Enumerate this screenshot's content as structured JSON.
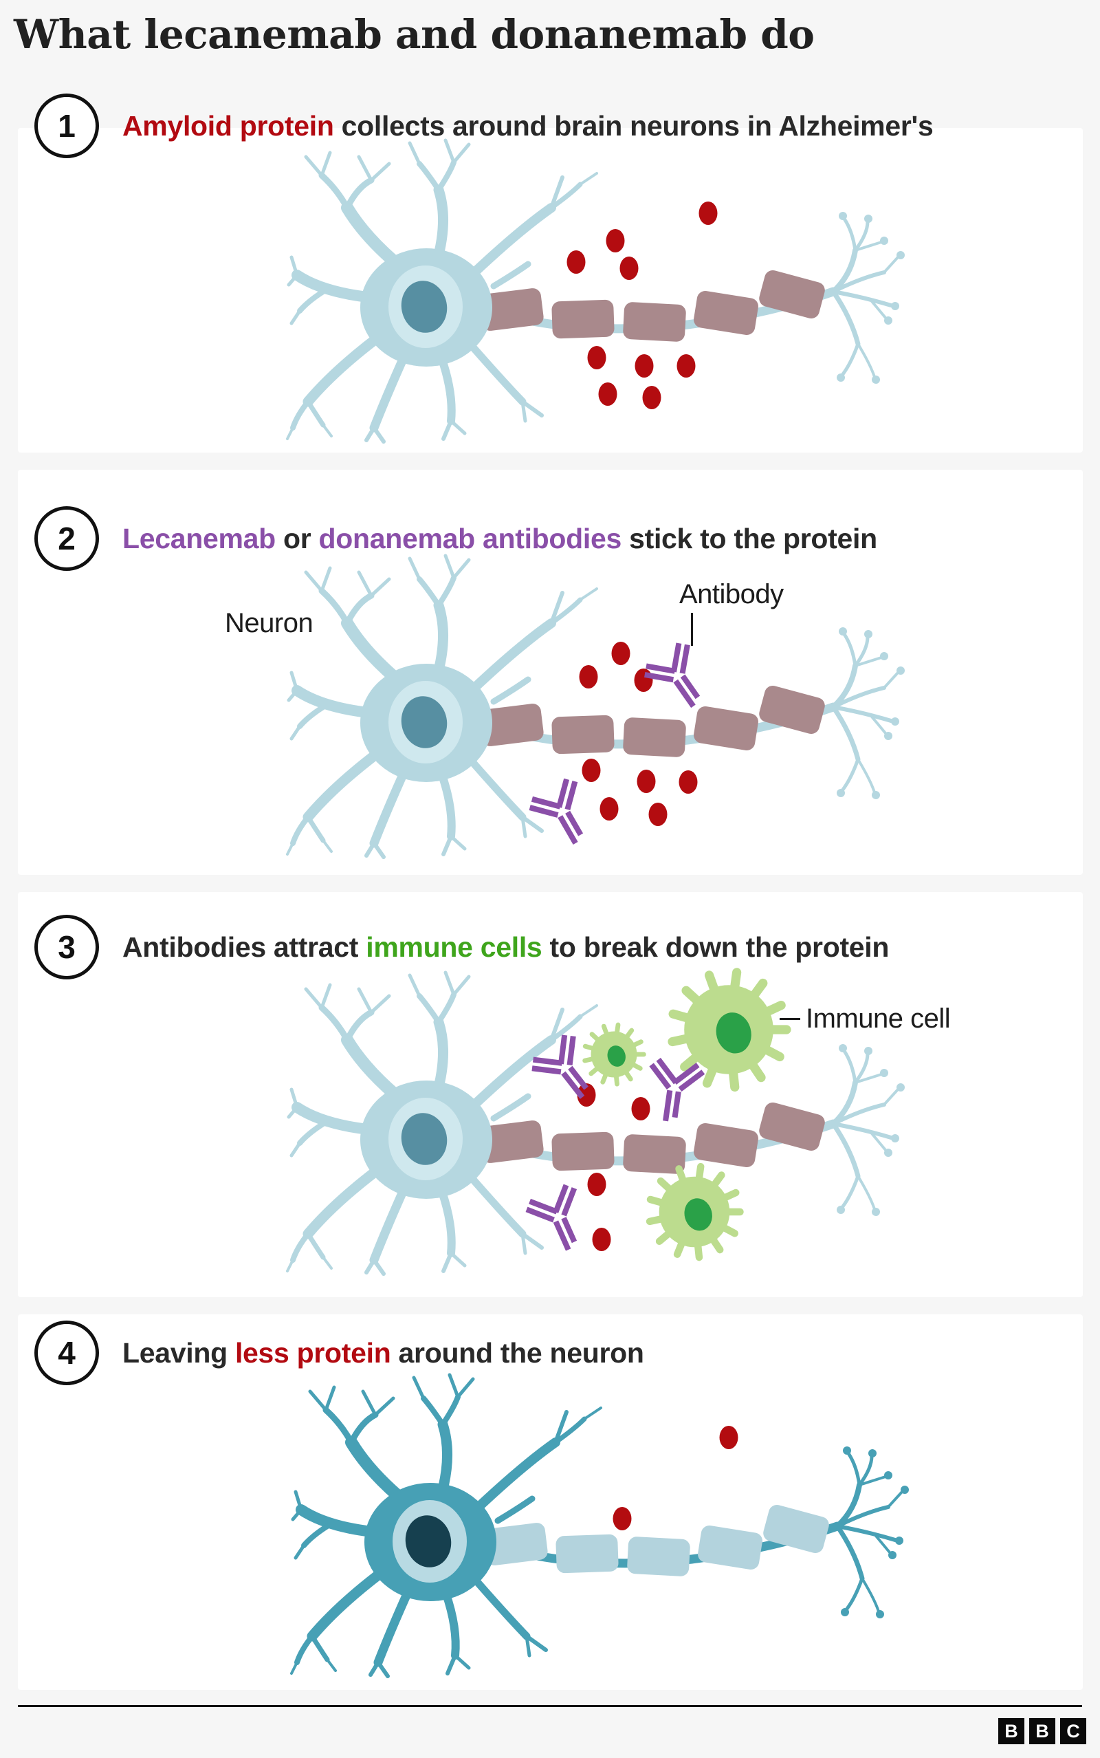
{
  "title": "What lecanemab and donanemab do",
  "steps": [
    {
      "num": "1",
      "segments": [
        {
          "text": "Amyloid protein",
          "style": "red"
        },
        {
          "text": " collects around brain neurons in Alzheimer's",
          "style": "plain"
        }
      ]
    },
    {
      "num": "2",
      "segments": [
        {
          "text": "Lecanemab",
          "style": "purple"
        },
        {
          "text": " or ",
          "style": "plain"
        },
        {
          "text": "donanemab antibodies",
          "style": "purple"
        },
        {
          "text": " stick to the protein",
          "style": "plain"
        }
      ]
    },
    {
      "num": "3",
      "segments": [
        {
          "text": "Antibodies attract ",
          "style": "plain"
        },
        {
          "text": "immune cells",
          "style": "green"
        },
        {
          "text": " to break down the protein",
          "style": "plain"
        }
      ]
    },
    {
      "num": "4",
      "segments": [
        {
          "text": "Leaving ",
          "style": "plain"
        },
        {
          "text": "less protein",
          "style": "red"
        },
        {
          "text": " around the neuron",
          "style": "plain"
        }
      ]
    }
  ],
  "labels": {
    "neuron": "Neuron",
    "antibody": "Antibody",
    "immune_cell": "Immune cell"
  },
  "footer": {
    "logo_letters": [
      "B",
      "B",
      "C"
    ]
  },
  "colors": {
    "page_bg": "#f6f6f6",
    "panel_bg": "#ffffff",
    "highlight_red": "#b20a11",
    "highlight_purple": "#8a4fa8",
    "highlight_green": "#3fa51c",
    "amyloid_dot": "#b30c10",
    "antibody_purple": "#8a4fa8",
    "immune_cell_body": "#bcdc8e",
    "immune_cell_nucleus": "#2aa148",
    "neuron_panels_1_3": "#b5d7e0",
    "neuron_panel_4": "#47a0b5",
    "myelin_panels_1_3": "#a9898c",
    "myelin_panel_4": "#b3d3dd"
  }
}
